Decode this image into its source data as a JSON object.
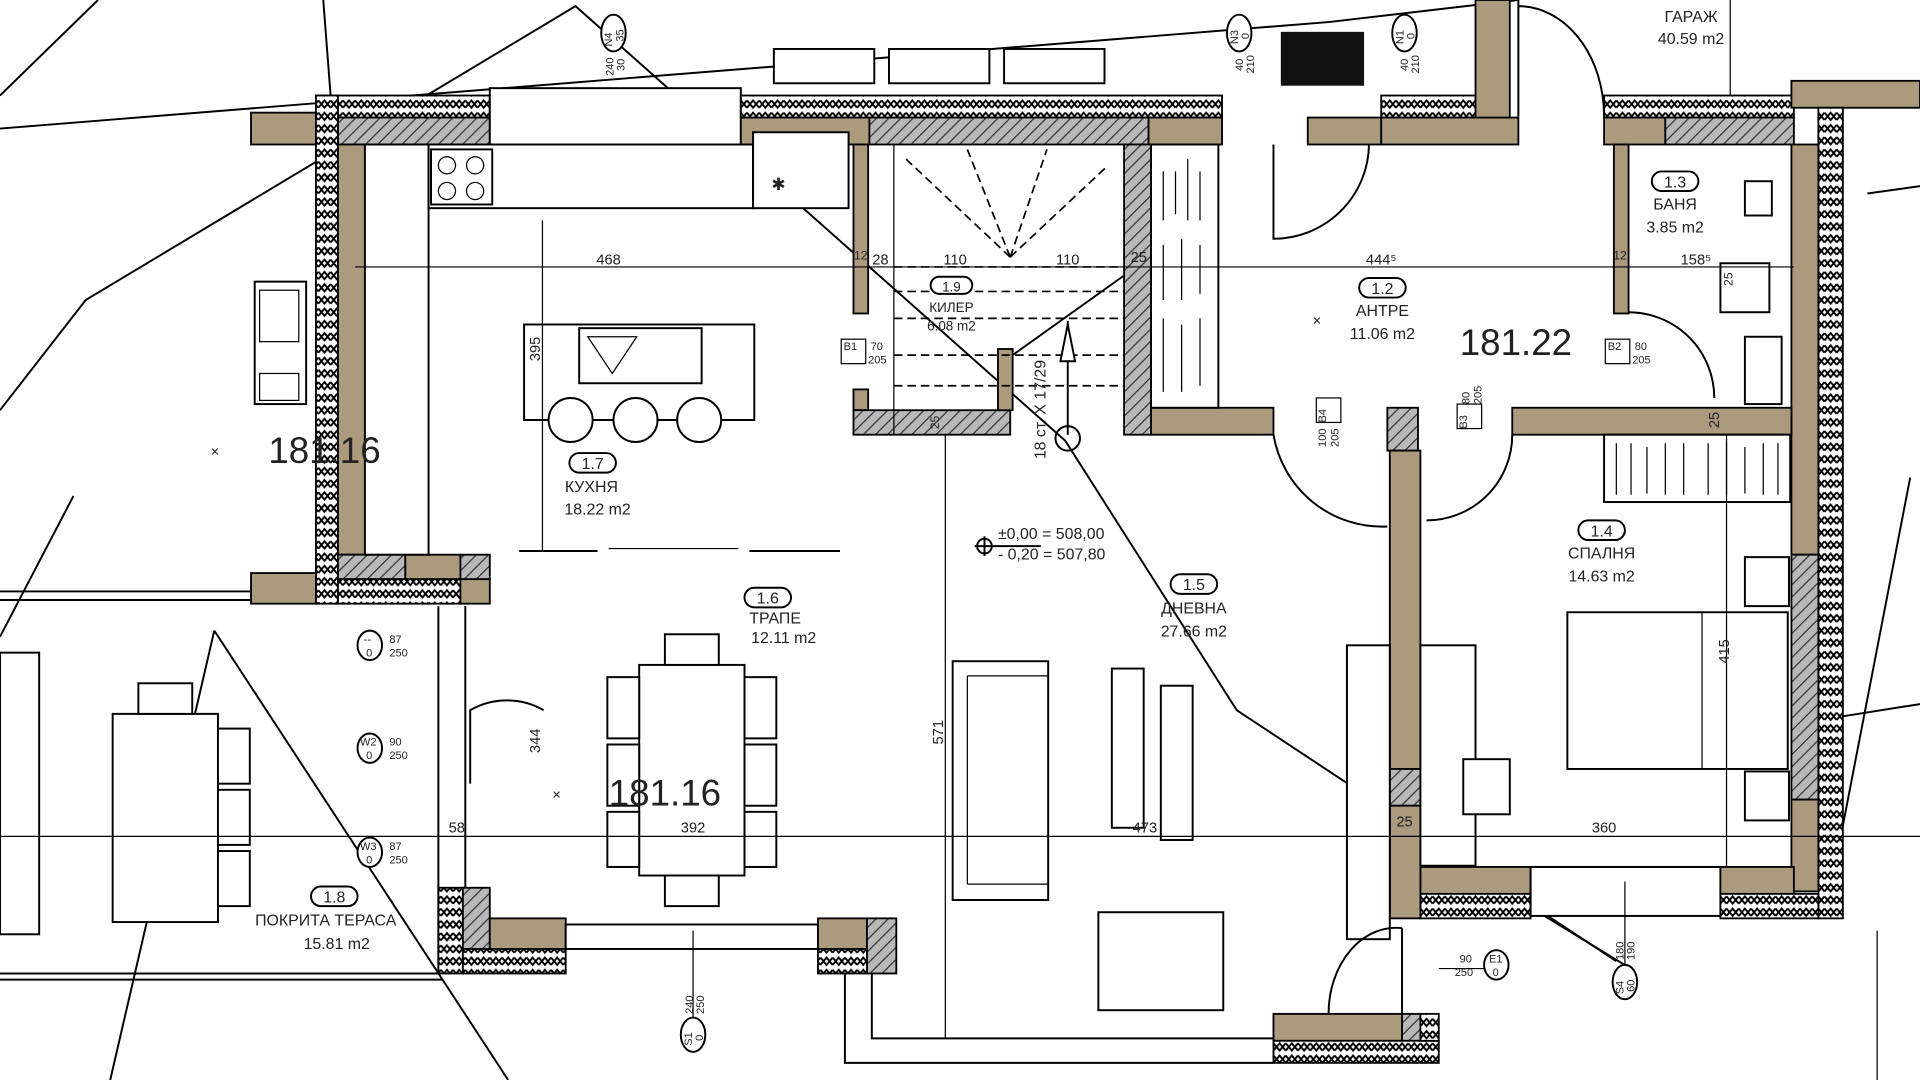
{
  "rooms": {
    "kitchen": {
      "number": "1.7",
      "name": "КУХНЯ",
      "area": "18.22 m2"
    },
    "dining": {
      "number": "1.6",
      "name": "ТРАПЕ",
      "area": "12.11 m2"
    },
    "terrace": {
      "number": "1.8",
      "name": "ПОКРИТА ТЕРАСА",
      "area": "15.81 m2"
    },
    "living": {
      "number": "1.5",
      "name": "ДНЕВНА",
      "area": "27.66 m2"
    },
    "hall": {
      "number": "1.2",
      "name": "АНТРЕ",
      "area": "11.06 m2"
    },
    "bath": {
      "number": "1.3",
      "name": "БАНЯ",
      "area": "3.85 m2"
    },
    "bedroom": {
      "number": "1.4",
      "name": "СПАЛНЯ",
      "area": "14.63 m2"
    },
    "pantry": {
      "number": "1.9",
      "name": "КИЛЕР",
      "area": "6.08 m2"
    },
    "garage": {
      "name": "ГАРАЖ",
      "area": "40.59 m2"
    }
  },
  "spot_heights": [
    "181.16",
    "181.16",
    "181.22"
  ],
  "elevation": {
    "line1": "±0,00 = 508,00",
    "line2": "- 0,20 = 507,80"
  },
  "stair": "18 ст. X 17/29",
  "dimensions": {
    "top": [
      "468",
      "12",
      "28",
      "110",
      "110",
      "25",
      "444⁵",
      "12",
      "158⁵",
      "25"
    ],
    "bottom": [
      "58",
      "392",
      "473",
      "25",
      "360"
    ],
    "vertical": [
      "395",
      "571",
      "344",
      "415",
      "25",
      "25"
    ]
  },
  "openings": [
    {
      "id": "N4",
      "sub": "35",
      "w": "240",
      "h": "30"
    },
    {
      "id": "N3",
      "sub": "0",
      "w": "40",
      "h": "210"
    },
    {
      "id": "N1",
      "sub": "0",
      "w": "40",
      "h": "210"
    },
    {
      "id": "B1",
      "w": "70",
      "h": "205"
    },
    {
      "id": "B2",
      "w": "80",
      "h": "205"
    },
    {
      "id": "B3",
      "w": "80",
      "h": "205"
    },
    {
      "id": "B4",
      "w": "100",
      "h": "205"
    },
    {
      "id": "--",
      "sub": "0",
      "w": "87",
      "h": "250"
    },
    {
      "id": "W2",
      "sub": "0",
      "w": "90",
      "h": "250"
    },
    {
      "id": "W3",
      "sub": "0",
      "w": "87",
      "h": "250"
    },
    {
      "id": "S1",
      "sub": "0",
      "w": "240",
      "h": "250"
    },
    {
      "id": "E1",
      "sub": "0",
      "w": "90",
      "h": "250"
    },
    {
      "id": "S4",
      "sub": "60",
      "w": "180",
      "h": "190"
    }
  ]
}
